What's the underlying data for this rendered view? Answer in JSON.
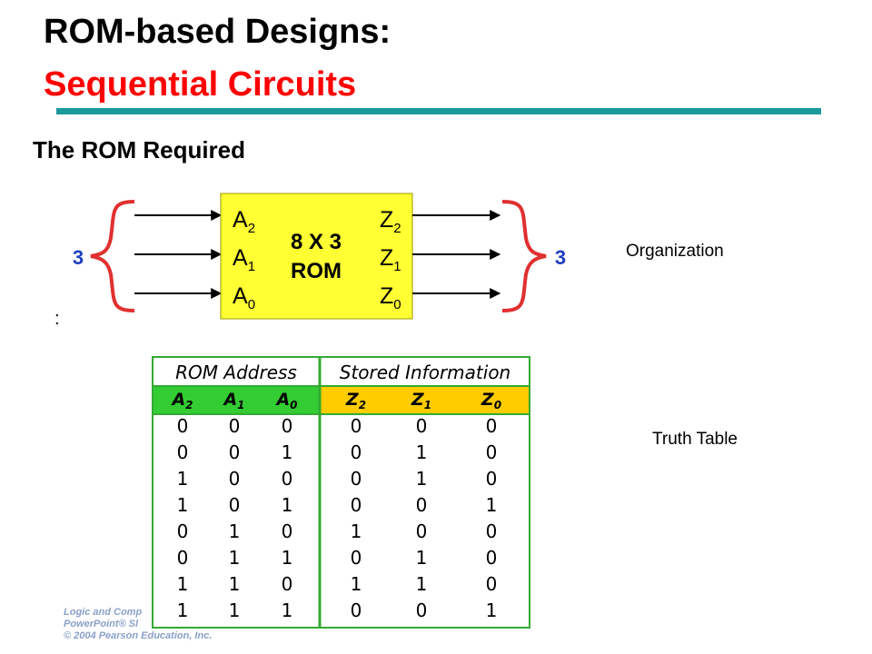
{
  "slide": {
    "title_line1": "ROM-based Designs:",
    "title_line2": "Sequential Circuits",
    "subtitle": "The ROM Required",
    "organization_label": "Organization",
    "truth_table_label": "Truth Table",
    "colon": ":",
    "credit_lines": [
      "Logic and Comp",
      "PowerPoint® Sl",
      "© 2004 Pearson Education, Inc."
    ]
  },
  "colors": {
    "title_accent": "#ff0000",
    "rule": "#1a9a9a",
    "rom_fill": "#ffff33",
    "brace": "#e03030",
    "bus_number": "#2040c0",
    "table_border": "#33aa33",
    "address_header_fill": "#33cc33",
    "info_header_fill": "#ffcc00"
  },
  "rom": {
    "line1": "8 X 3",
    "line2": "ROM",
    "inputs": [
      {
        "letter": "A",
        "sub": "2"
      },
      {
        "letter": "A",
        "sub": "1"
      },
      {
        "letter": "A",
        "sub": "0"
      }
    ],
    "outputs": [
      {
        "letter": "Z",
        "sub": "2"
      },
      {
        "letter": "Z",
        "sub": "1"
      },
      {
        "letter": "Z",
        "sub": "0"
      }
    ],
    "input_count": "3",
    "output_count": "3"
  },
  "truth_table": {
    "group_headers": [
      "ROM Address",
      "Stored Information"
    ],
    "columns": [
      {
        "letter": "A",
        "sub": "2"
      },
      {
        "letter": "A",
        "sub": "1"
      },
      {
        "letter": "A",
        "sub": "0"
      },
      {
        "letter": "Z",
        "sub": "2"
      },
      {
        "letter": "Z",
        "sub": "1"
      },
      {
        "letter": "Z",
        "sub": "0"
      }
    ],
    "rows": [
      [
        "0",
        "0",
        "0",
        "0",
        "0",
        "0"
      ],
      [
        "0",
        "0",
        "1",
        "0",
        "1",
        "0"
      ],
      [
        "1",
        "0",
        "0",
        "0",
        "1",
        "0"
      ],
      [
        "1",
        "0",
        "1",
        "0",
        "0",
        "1"
      ],
      [
        "0",
        "1",
        "0",
        "1",
        "0",
        "0"
      ],
      [
        "0",
        "1",
        "1",
        "0",
        "1",
        "0"
      ],
      [
        "1",
        "1",
        "0",
        "1",
        "1",
        "0"
      ],
      [
        "1",
        "1",
        "1",
        "0",
        "0",
        "1"
      ]
    ]
  }
}
